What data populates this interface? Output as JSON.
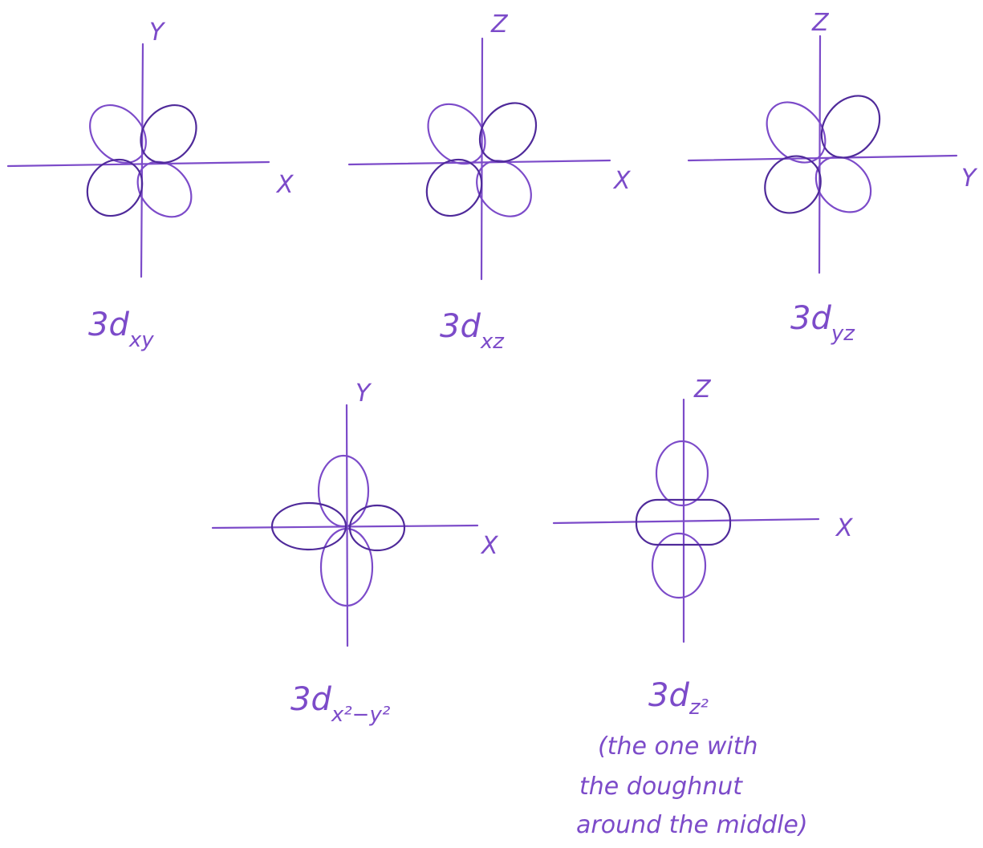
{
  "colors": {
    "ink": "#7c4bc9",
    "fill": "#4f2a9a",
    "background": "#ffffff"
  },
  "diagrams": [
    {
      "id": "3dxy",
      "axes": {
        "horizontal": "X",
        "vertical": "Y"
      },
      "label": {
        "main": "3d",
        "sub": "xy"
      },
      "shaded_lobes": "upper-right and lower-left"
    },
    {
      "id": "3dxz",
      "axes": {
        "horizontal": "X",
        "vertical": "Z"
      },
      "label": {
        "main": "3d",
        "sub": "xz"
      },
      "shaded_lobes": "upper-right and lower-left"
    },
    {
      "id": "3dyz",
      "axes": {
        "horizontal": "Y",
        "vertical": "Z"
      },
      "label": {
        "main": "3d",
        "sub": "yz"
      },
      "shaded_lobes": "upper-right and lower-left"
    },
    {
      "id": "3dx2y2",
      "axes": {
        "horizontal": "X",
        "vertical": "Y"
      },
      "label": {
        "main": "3d",
        "sub": "x²−y²"
      },
      "shaded_lobes": "left and right"
    },
    {
      "id": "3dz2",
      "axes": {
        "horizontal": "X",
        "vertical": "Z"
      },
      "label": {
        "main": "3d",
        "sub": "z²"
      },
      "shaded_lobes": "doughnut ring",
      "note": [
        "(the one with",
        "the doughnut",
        "around the middle)"
      ]
    }
  ]
}
